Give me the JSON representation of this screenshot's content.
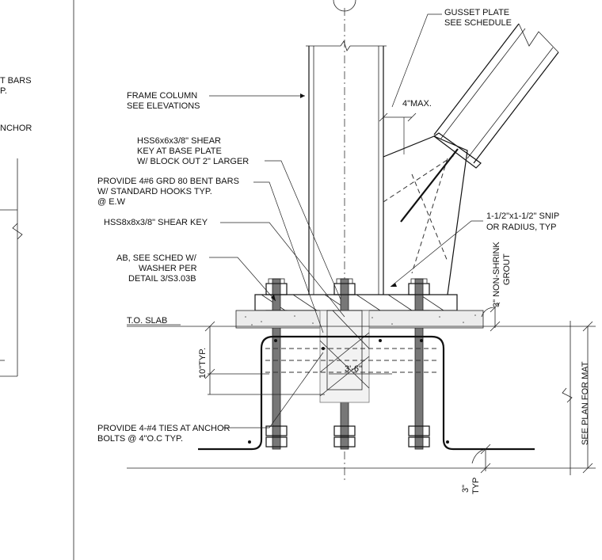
{
  "labels": {
    "gusset_line1": "GUSSET PLATE",
    "gusset_line2": "SEE SCHEDULE",
    "frame_line1": "FRAME COLUMN",
    "frame_line2": "SEE ELEVATIONS",
    "max_dim": "4\"MAX.",
    "hss6_line1": "HSS6x6x3/8\" SHEAR",
    "hss6_line2": "KEY AT BASE PLATE",
    "hss6_line3": "W/ BLOCK OUT 2\" LARGER",
    "bent_line1": "PROVIDE 4#6 GRD 80 BENT BARS",
    "bent_line2": "W/ STANDARD HOOKS TYP.",
    "bent_line3": "@ E.W",
    "hss8": "HSS8x8x3/8\" SHEAR KEY",
    "ab_line1": "AB, SEE SCHED W/",
    "ab_line2": "WASHER PER",
    "ab_line3": "DETAIL 3/S3.03B",
    "snip_line1": "1-1/2\"x1-1/2\" SNIP",
    "snip_line2": "OR RADIUS, TYP",
    "grout_line1": "3\" NON-SHRINK",
    "grout_line2": "GROUT",
    "slab": "T.O. SLAB",
    "dim_10": "10\"TYP.",
    "dim_36": "3'-6\"",
    "ties_line1": "PROVIDE 4-#4 TIES AT ANCHOR",
    "ties_line2": "BOLTS @ 4\"O.C TYP.",
    "mat": "SEE PLAN FOR MAT",
    "typ_line1": "3\"",
    "typ_line2": "TYP",
    "left_frag1": "T BARS",
    "left_frag2": "P.",
    "left_frag3": "NCHOR"
  }
}
